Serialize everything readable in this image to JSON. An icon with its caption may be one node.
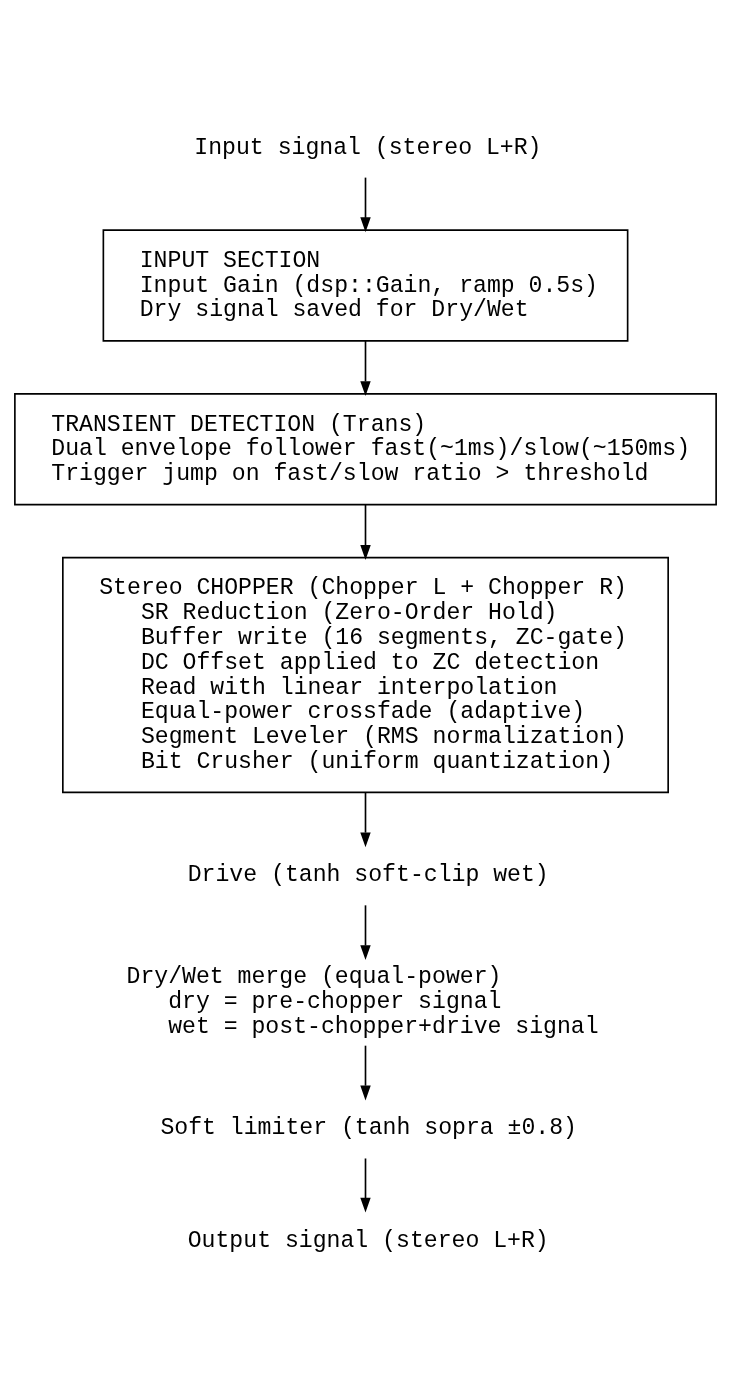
{
  "diagram": {
    "nodes": [
      {
        "text": [
          "Input signal (stereo L+R)"
        ]
      },
      {
        "text": [
          "INPUT SECTION",
          "Input Gain (dsp::Gain, ramp 0.5s)",
          "Dry signal saved for Dry/Wet"
        ]
      },
      {
        "text": [
          "TRANSIENT DETECTION (Trans)",
          "Dual envelope follower fast(~1ms)/slow(~150ms)",
          "Trigger jump on fast/slow ratio > threshold"
        ]
      },
      {
        "text": [
          "Stereo CHOPPER (Chopper L + Chopper R)",
          "SR Reduction (Zero-Order Hold)",
          "Buffer write (16 segments, ZC-gate)",
          "DC Offset applied to ZC detection",
          "Read with linear interpolation",
          "Equal-power crossfade (adaptive)",
          "Segment Leveler (RMS normalization)",
          "Bit Crusher (uniform quantization)"
        ]
      },
      {
        "text": [
          "Drive (tanh soft-clip wet)"
        ]
      },
      {
        "text": [
          "Dry/Wet merge (equal-power)",
          "dry = pre-chopper signal",
          "wet = post-chopper+drive signal"
        ]
      },
      {
        "text": [
          "Soft limiter (tanh sopra ±0.8)"
        ]
      },
      {
        "text": [
          "Output signal (stereo L+R)"
        ]
      }
    ],
    "edges": [
      {
        "from": 0,
        "to": 1,
        "arrow": "to"
      },
      {
        "from": 1,
        "to": 2,
        "arrow": "to"
      },
      {
        "from": 2,
        "to": 3,
        "arrow": "to"
      },
      {
        "from": 3,
        "to": 4,
        "arrow": "to"
      },
      {
        "from": 4,
        "to": 5,
        "arrow": "to"
      },
      {
        "from": 5,
        "to": 6,
        "arrow": "to"
      },
      {
        "from": 6,
        "to": 7,
        "arrow": "to"
      }
    ]
  }
}
